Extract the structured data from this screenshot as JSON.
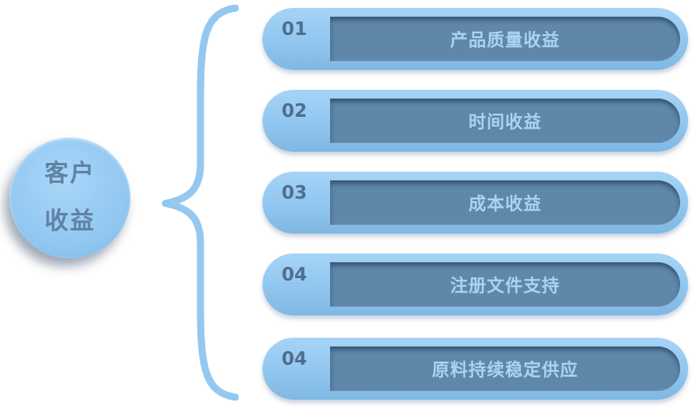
{
  "hub": {
    "line1": "客户",
    "line2": "收益"
  },
  "items": [
    {
      "number": "01",
      "label": "产品质量收益"
    },
    {
      "number": "02",
      "label": "时间收益"
    },
    {
      "number": "03",
      "label": "成本收益"
    },
    {
      "number": "04",
      "label": "注册文件支持"
    },
    {
      "number": "04",
      "label": "原料持续稳定供应"
    }
  ],
  "colors": {
    "light_blue": "#93c8f1",
    "dark_bar": "#5e87aa",
    "hub_text": "#5f82a3",
    "number_text": "#4f6f8f",
    "label_text": "#a9d3f4"
  }
}
